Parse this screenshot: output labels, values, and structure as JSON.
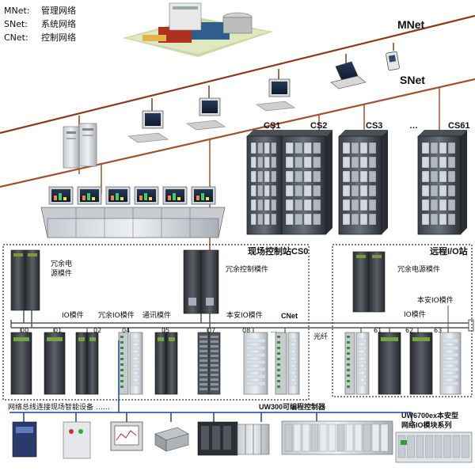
{
  "legend": {
    "mnet": {
      "key": "MNet:",
      "desc": "管理网络"
    },
    "snet": {
      "key": "SNet:",
      "desc": "系统网络"
    },
    "cnet": {
      "key": "CNet:",
      "desc": "控制网络"
    }
  },
  "network_labels": {
    "mnet": "MNet",
    "snet": "SNet",
    "cnet": "CNet"
  },
  "cabinets": {
    "cs1": "CS1",
    "cs2": "CS2",
    "cs3": "CS3",
    "ellipsis": "…",
    "cs61": "CS61"
  },
  "local_station": {
    "title": "现场控制站CS0",
    "redundant_power": "冗余电\n源模件",
    "redundant_module": "冗余控制模件",
    "io_module": "IO模件",
    "redundant_io": "冗余IO模件",
    "comm_module": "通讯模件",
    "intrinsic_io": "本安IO模件",
    "slots": [
      "00",
      "01",
      "02",
      "04",
      "05",
      "07",
      "08",
      "…"
    ]
  },
  "remote_station": {
    "title": "远程I/O站",
    "redundant_power": "冗余电源模件",
    "intrinsic_io": "本安IO模件",
    "io_module": "IO模件",
    "slots": [
      "61",
      "62",
      "63"
    ]
  },
  "fiber": "光纤",
  "fieldbus": "网络总线连接现场智能设备 ……",
  "plc": "UW300可编程控制器",
  "uw6700": "UW6700ex本安型\n网络IO模块系列",
  "colors": {
    "mnet": "#8b3a1a",
    "snet": "#a0522d",
    "cnet": "#555555",
    "fieldbus": "#1f3fb0"
  }
}
